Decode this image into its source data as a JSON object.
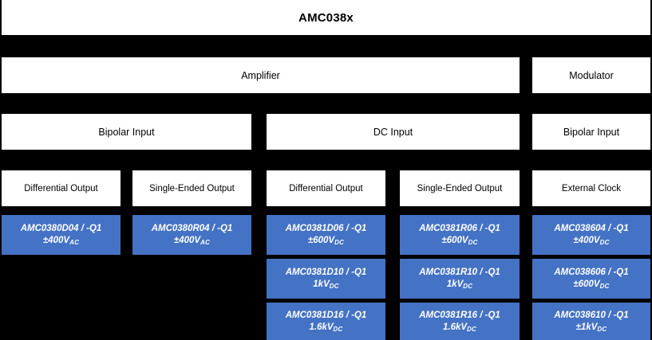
{
  "title": {
    "label": "AMC038x"
  },
  "colors": {
    "background": "#000000",
    "group_box": "#ffffff",
    "part_box": "#4472c4",
    "part_text": "#ffffff",
    "group_text": "#000000"
  },
  "tier_function": [
    {
      "label": "Amplifier"
    },
    {
      "label": "Modulator"
    }
  ],
  "tier_input": [
    {
      "label": "Bipolar Input"
    },
    {
      "label": "DC Input"
    },
    {
      "label": "Bipolar Input"
    }
  ],
  "tier_output": [
    {
      "label": "Differential Output"
    },
    {
      "label": "Single-Ended Output"
    },
    {
      "label": "Differential Output"
    },
    {
      "label": "Single-Ended Output"
    },
    {
      "label": "External Clock"
    }
  ],
  "columns": [
    {
      "parts": [
        {
          "name": "AMC0380D04 / -Q1",
          "voltage": "±400V",
          "unit": "AC"
        }
      ]
    },
    {
      "parts": [
        {
          "name": "AMC0380R04 / -Q1",
          "voltage": "±400V",
          "unit": "AC"
        }
      ]
    },
    {
      "parts": [
        {
          "name": "AMC0381D06 / -Q1",
          "voltage": "±600V",
          "unit": "DC"
        },
        {
          "name": "AMC0381D10 / -Q1",
          "voltage": "1kV",
          "unit": "DC"
        },
        {
          "name": "AMC0381D16 / -Q1",
          "voltage": "1.6kV",
          "unit": "DC"
        }
      ]
    },
    {
      "parts": [
        {
          "name": "AMC0381R06 / -Q1",
          "voltage": "±600V",
          "unit": "DC"
        },
        {
          "name": "AMC0381R10 / -Q1",
          "voltage": "1kV",
          "unit": "DC"
        },
        {
          "name": "AMC0381R16 / -Q1",
          "voltage": "1.6kV",
          "unit": "DC"
        }
      ]
    },
    {
      "parts": [
        {
          "name": "AMC038604 / -Q1",
          "voltage": "±400V",
          "unit": "DC"
        },
        {
          "name": "AMC038606 / -Q1",
          "voltage": "±600V",
          "unit": "DC"
        },
        {
          "name": "AMC038610 / -Q1",
          "voltage": "±1kV",
          "unit": "DC"
        }
      ]
    }
  ]
}
